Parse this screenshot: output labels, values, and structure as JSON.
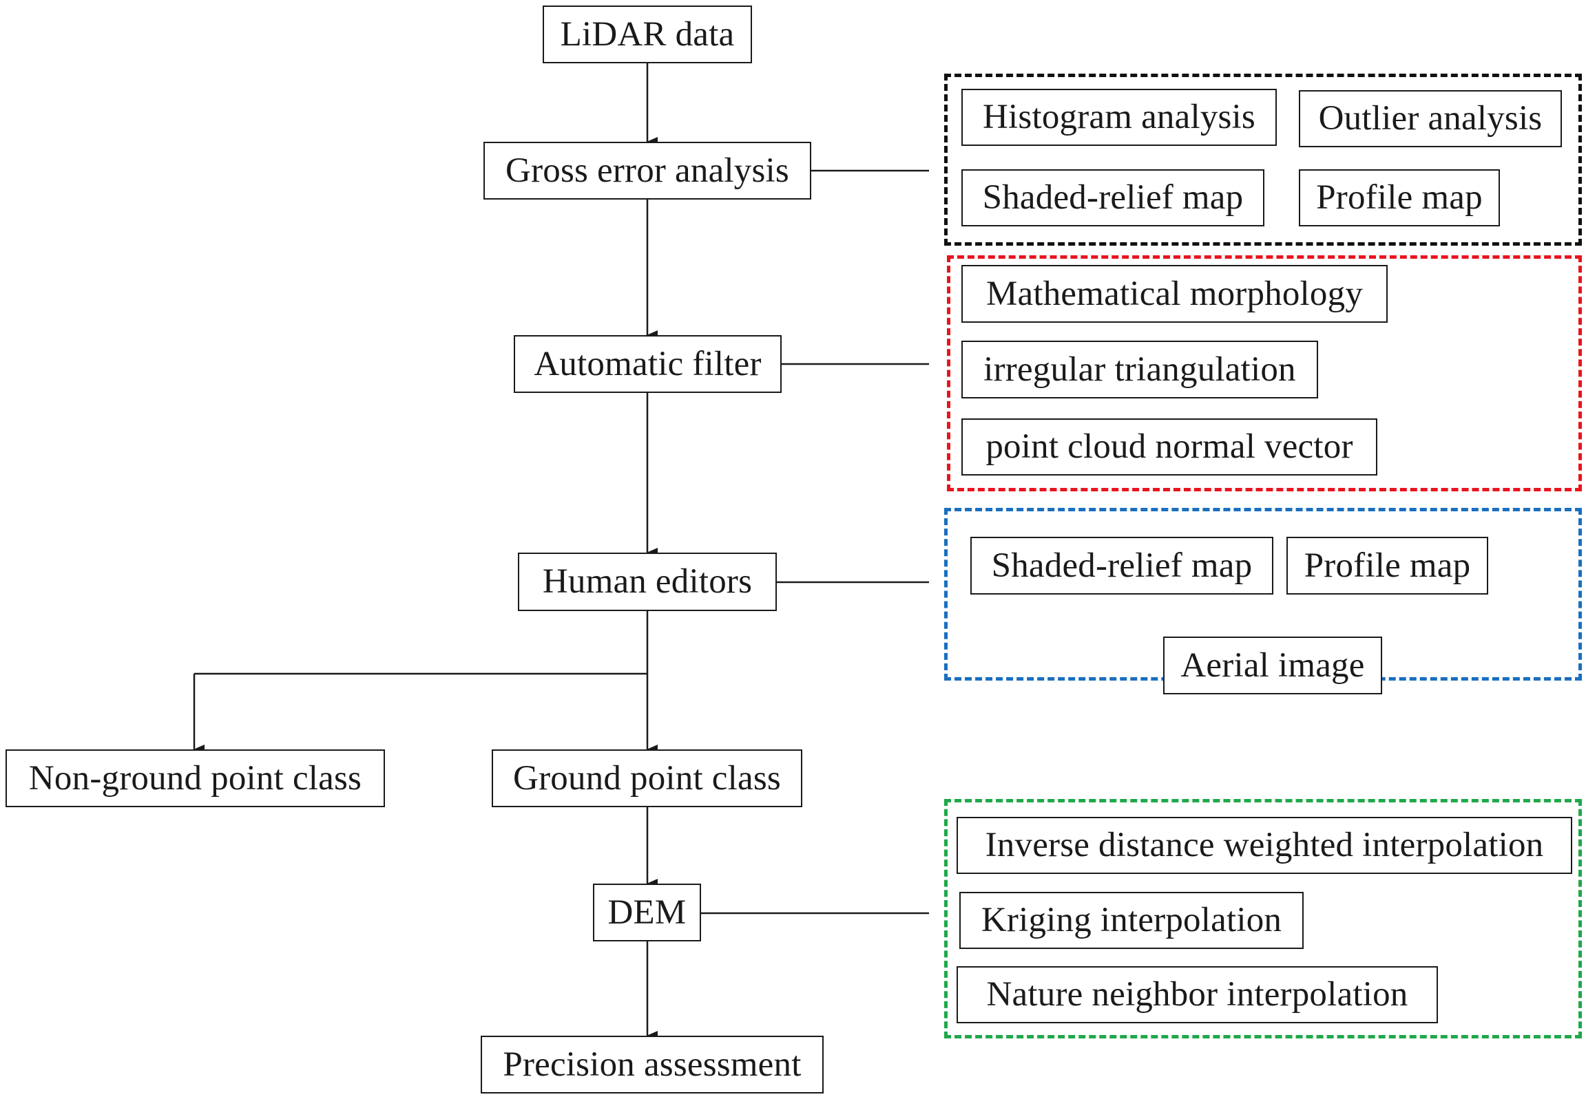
{
  "flow": {
    "lidar_data": "LiDAR data",
    "gross_error": "Gross error analysis",
    "automatic_filter": "Automatic filter",
    "human_editors": "Human editors",
    "non_ground": "Non-ground point class",
    "ground": "Ground point class",
    "dem": "DEM",
    "precision": "Precision assessment"
  },
  "groups": {
    "gross_error_methods": {
      "color": "#111111",
      "items": [
        "Histogram analysis",
        "Outlier analysis",
        "Shaded-relief map",
        "Profile map"
      ]
    },
    "filter_methods": {
      "color": "#e8141e",
      "items": [
        "Mathematical morphology",
        "irregular triangulation",
        "point cloud normal vector"
      ]
    },
    "editor_methods": {
      "color": "#1a6fbf",
      "items": [
        "Shaded-relief map",
        "Profile map",
        "Aerial image"
      ]
    },
    "interpolation_methods": {
      "color": "#1fa84a",
      "items": [
        "Inverse distance weighted interpolation",
        "Kriging interpolation",
        "Nature neighbor interpolation"
      ]
    }
  }
}
